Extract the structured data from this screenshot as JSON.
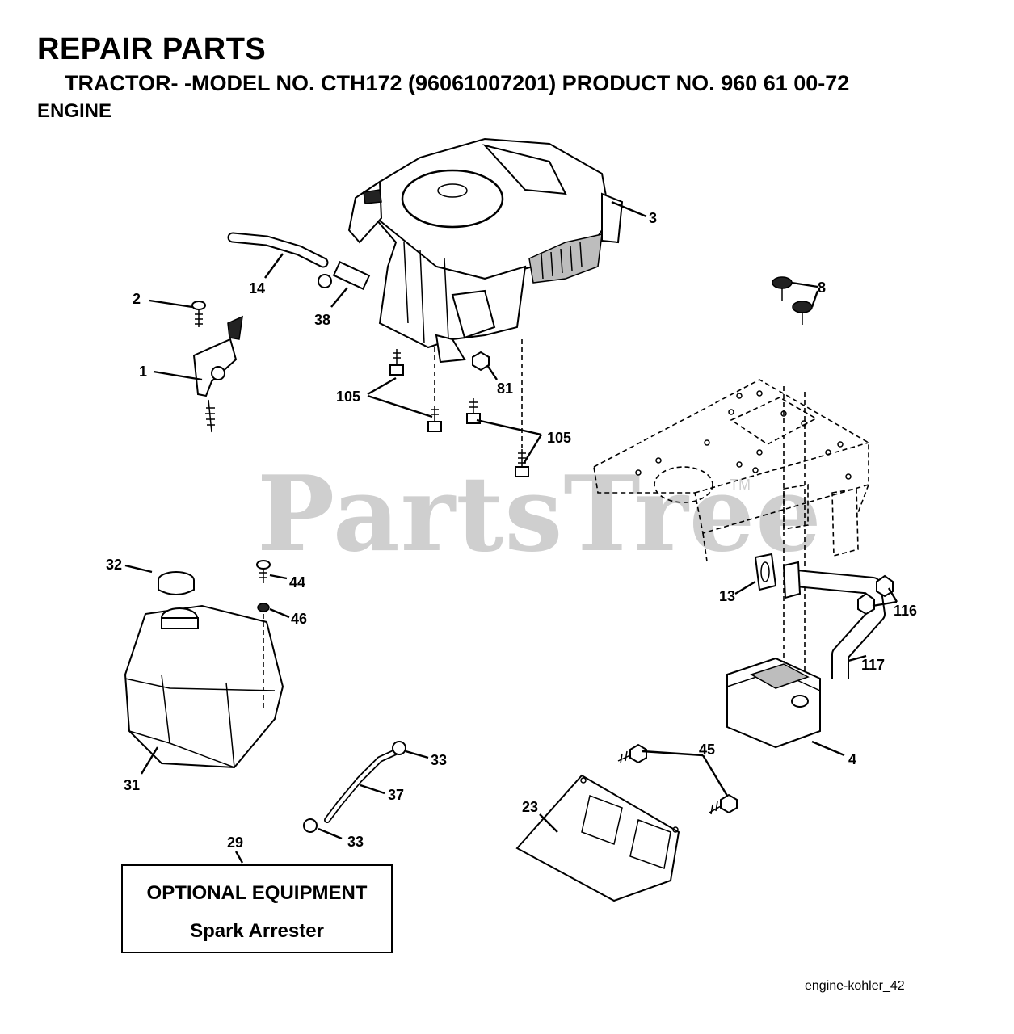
{
  "header": {
    "title": "REPAIR PARTS",
    "subtitle": "TRACTOR- -MODEL NO. CTH172 (96061007201) PRODUCT NO. 960 61 00-72",
    "section": "ENGINE"
  },
  "watermark": {
    "text": "PartsTree",
    "tm": "TM"
  },
  "callouts": {
    "c3": "3",
    "c8": "8",
    "c2": "2",
    "c14": "14",
    "c38": "38",
    "c1": "1",
    "c105a": "105",
    "c81": "81",
    "c105b": "105",
    "c32": "32",
    "c44": "44",
    "c46": "46",
    "c13": "13",
    "c116": "116",
    "c117": "117",
    "c31": "31",
    "c33a": "33",
    "c37": "37",
    "c45": "45",
    "c4": "4",
    "c23": "23",
    "c29": "29",
    "c33b": "33"
  },
  "optional_equipment": {
    "line1": "OPTIONAL EQUIPMENT",
    "line2": "Spark Arrester"
  },
  "reference": "engine-kohler_42"
}
